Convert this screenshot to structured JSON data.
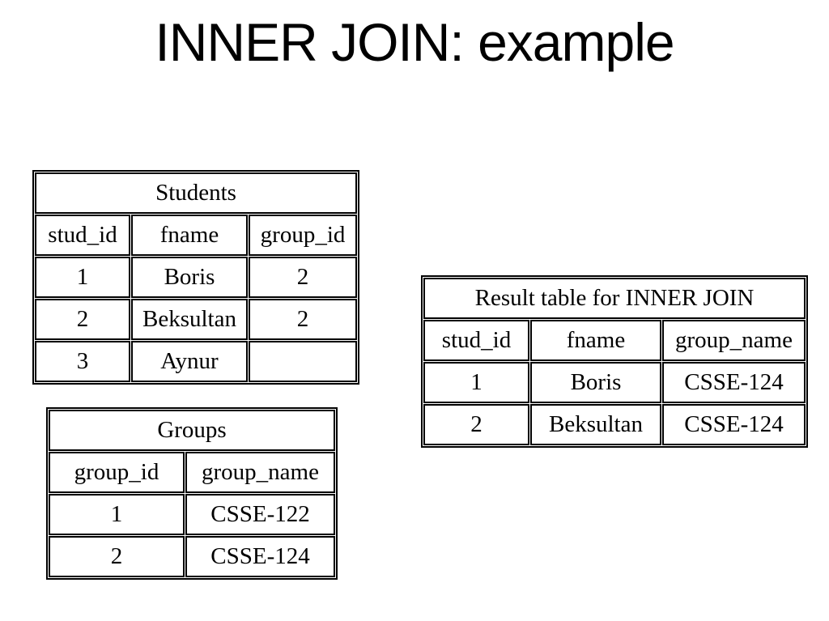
{
  "title": "INNER JOIN: example",
  "colors": {
    "background": "#ffffff",
    "text": "#000000",
    "table_border": "#000000"
  },
  "tables": {
    "students": {
      "caption": "Students",
      "headers": [
        "stud_id",
        "fname",
        "group_id"
      ],
      "rows": [
        [
          "1",
          "Boris",
          "2"
        ],
        [
          "2",
          "Beksultan",
          "2"
        ],
        [
          "3",
          "Aynur",
          ""
        ]
      ]
    },
    "groups": {
      "caption": "Groups",
      "headers": [
        "group_id",
        "group_name"
      ],
      "rows": [
        [
          "1",
          "CSSE-122"
        ],
        [
          "2",
          "CSSE-124"
        ]
      ]
    },
    "result": {
      "caption": "Result table for INNER JOIN",
      "headers": [
        "stud_id",
        "fname",
        "group_name"
      ],
      "rows": [
        [
          "1",
          "Boris",
          "CSSE-124"
        ],
        [
          "2",
          "Beksultan",
          "CSSE-124"
        ]
      ]
    }
  }
}
